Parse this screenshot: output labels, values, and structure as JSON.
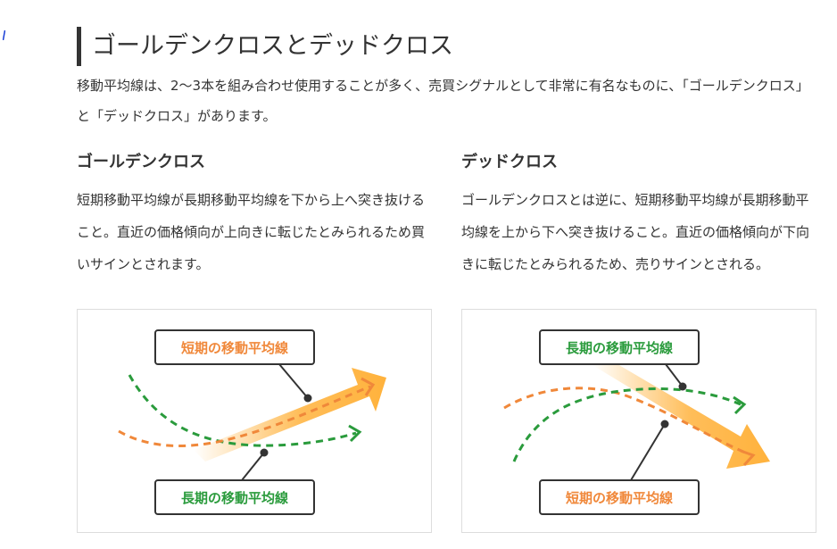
{
  "heading": "ゴールデンクロスとデッドクロス",
  "intro": "移動平均線は、2〜3本を組み合わせ使用することが多く、売買シグナルとして非常に有名なものに、「ゴールデンクロス」と「デッドクロス」があります。",
  "golden": {
    "title": "ゴールデンクロス",
    "body": "短期移動平均線が長期移動平均線を下から上へ突き抜けること。直近の価格傾向が上向きに転じたとみられるため買いサインとされます。",
    "figure": {
      "short_label": "短期の移動平均線",
      "long_label": "長期の移動平均線"
    }
  },
  "dead": {
    "title": "デッドクロス",
    "body": "ゴールデンクロスとは逆に、短期移動平均線が長期移動平均線を上から下へ突き抜けること。直近の価格傾向が下向きに転じたとみられるため、売りサインとされる。",
    "figure": {
      "long_label": "長期の移動平均線",
      "short_label": "短期の移動平均線"
    }
  },
  "colors": {
    "text": "#333333",
    "short_line": "#f0883a",
    "long_line": "#2a9b3c",
    "arrow": "#ffb23c",
    "edge_mark": "#1a3fd6"
  }
}
